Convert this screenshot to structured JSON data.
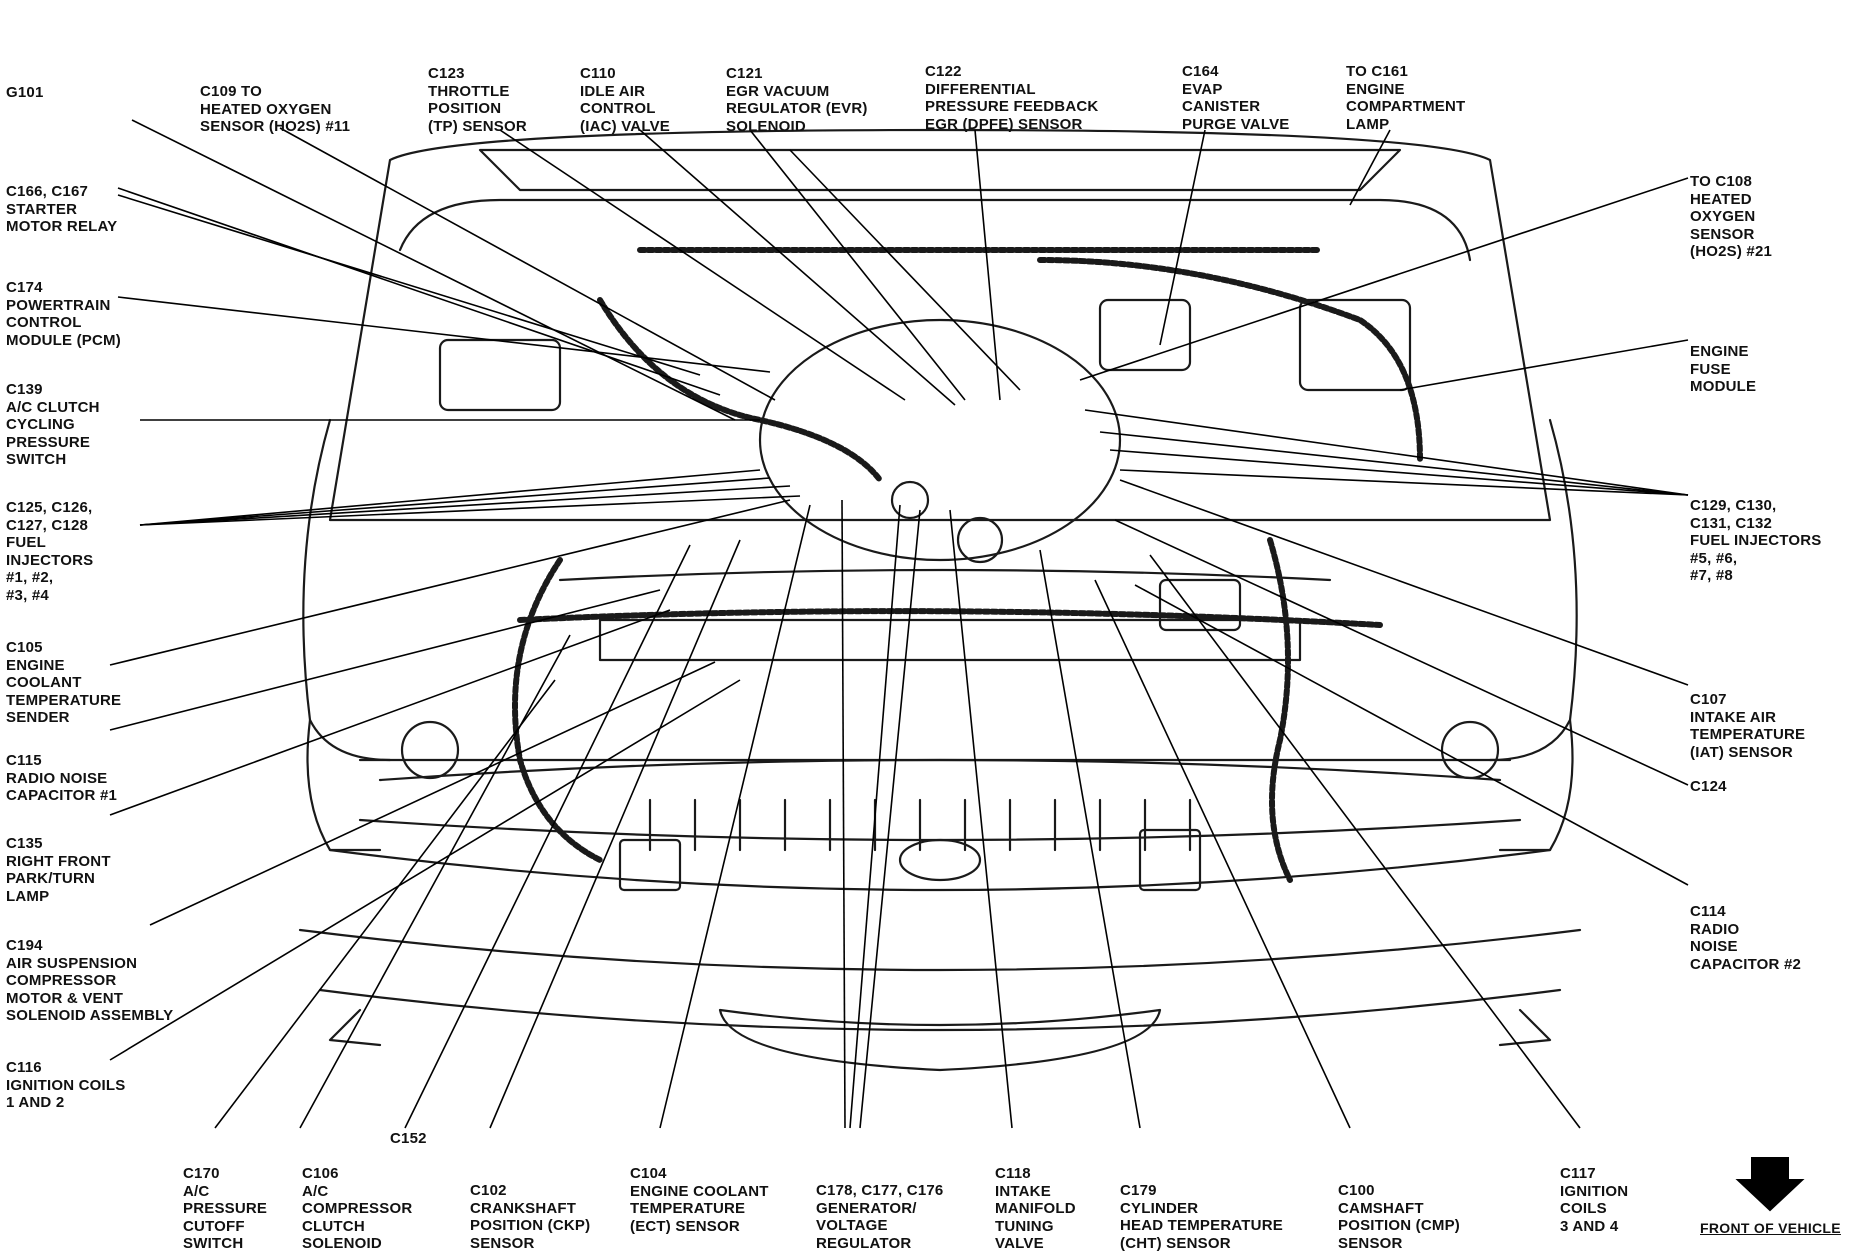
{
  "labels": {
    "g101": [
      "G101"
    ],
    "c109": [
      "C109 TO",
      "HEATED OXYGEN",
      "SENSOR (HO2S) #11"
    ],
    "c123": [
      "C123",
      "THROTTLE",
      "POSITION",
      "(TP) SENSOR"
    ],
    "c110": [
      "C110",
      "IDLE AIR",
      "CONTROL",
      "(IAC) VALVE"
    ],
    "c121": [
      "C121",
      "EGR VACUUM",
      "REGULATOR (EVR)",
      "SOLENOID"
    ],
    "c122": [
      "C122",
      "DIFFERENTIAL",
      "PRESSURE FEEDBACK",
      "EGR (DPFE) SENSOR"
    ],
    "c164": [
      "C164",
      "EVAP",
      "CANISTER",
      "PURGE VALVE"
    ],
    "c161": [
      "TO C161",
      "ENGINE",
      "COMPARTMENT",
      "LAMP"
    ],
    "c166": [
      "C166, C167",
      "STARTER",
      "MOTOR RELAY"
    ],
    "c174": [
      "C174",
      "POWERTRAIN",
      "CONTROL",
      "MODULE (PCM)"
    ],
    "c139": [
      "C139",
      "A/C CLUTCH",
      "CYCLING",
      "PRESSURE",
      "SWITCH"
    ],
    "c125": [
      "C125, C126,",
      "C127, C128",
      "FUEL",
      "INJECTORS",
      "#1, #2,",
      "#3, #4"
    ],
    "c105": [
      "C105",
      "ENGINE",
      "COOLANT",
      "TEMPERATURE",
      "SENDER"
    ],
    "c115": [
      "C115",
      "RADIO NOISE",
      "CAPACITOR #1"
    ],
    "c135": [
      "C135",
      "RIGHT FRONT",
      "PARK/TURN",
      "LAMP"
    ],
    "c194": [
      "C194",
      "AIR SUSPENSION",
      "COMPRESSOR",
      "MOTOR & VENT",
      "SOLENOID ASSEMBLY"
    ],
    "c116": [
      "C116",
      "IGNITION COILS",
      "1 AND 2"
    ],
    "c108": [
      "TO C108",
      "HEATED",
      "OXYGEN",
      "SENSOR",
      "(HO2S) #21"
    ],
    "fuse": [
      "ENGINE",
      "FUSE",
      "MODULE"
    ],
    "c129": [
      "C129, C130,",
      "C131, C132",
      "FUEL INJECTORS",
      "#5, #6,",
      "#7, #8"
    ],
    "c107": [
      "C107",
      "INTAKE AIR",
      "TEMPERATURE",
      "(IAT) SENSOR"
    ],
    "c124": [
      "C124"
    ],
    "c114": [
      "C114",
      "RADIO",
      "NOISE",
      "CAPACITOR #2"
    ],
    "c170": [
      "C170",
      "A/C",
      "PRESSURE",
      "CUTOFF",
      "SWITCH"
    ],
    "c106": [
      "C106",
      "A/C",
      "COMPRESSOR",
      "CLUTCH",
      "SOLENOID"
    ],
    "c152": [
      "C152"
    ],
    "c102": [
      "C102",
      "CRANKSHAFT",
      "POSITION (CKP)",
      "SENSOR"
    ],
    "c104": [
      "C104",
      "ENGINE COOLANT",
      "TEMPERATURE",
      "(ECT) SENSOR"
    ],
    "c178": [
      "C178, C177, C176",
      "GENERATOR/",
      "VOLTAGE",
      "REGULATOR"
    ],
    "c118": [
      "C118",
      "INTAKE",
      "MANIFOLD",
      "TUNING",
      "VALVE"
    ],
    "c179": [
      "C179",
      "CYLINDER",
      "HEAD TEMPERATURE",
      "(CHT) SENSOR"
    ],
    "c100": [
      "C100",
      "CAMSHAFT",
      "POSITION (CMP)",
      "SENSOR"
    ],
    "c117": [
      "C117",
      "IGNITION",
      "COILS",
      "3 AND 4"
    ]
  },
  "front_of_vehicle": "FRONT OF VEHICLE"
}
